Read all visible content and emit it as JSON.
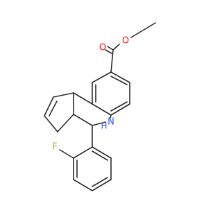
{
  "molecule": {
    "atoms": {
      "o_carbonyl": {
        "symbol": "O",
        "color": "#ff0d0d"
      },
      "o_ester": {
        "symbol": "O",
        "color": "#ff0d0d"
      },
      "n_amine": {
        "symbol": "N",
        "color": "#3050f8"
      },
      "h_amine": {
        "symbol": "H",
        "color": "#3050f8"
      },
      "f_fluoro": {
        "symbol": "F",
        "color": "#90c030"
      }
    },
    "bond_color": "#2b2b2b"
  }
}
